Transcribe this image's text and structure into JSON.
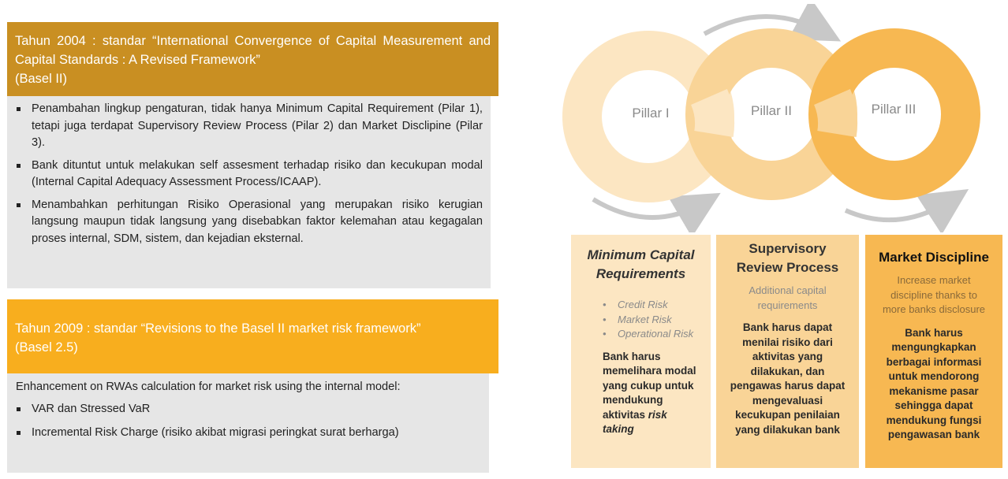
{
  "basel2": {
    "title": "Tahun 2004 : standar “International Convergence of Capital Measurement and Capital Standards :  A Revised Framework”",
    "subtitle": "(Basel II)",
    "bullets": [
      "Penambahan lingkup pengaturan, tidak hanya Minimum Capital Requirement (Pilar 1), tetapi juga terdapat Supervisory Review Process (Pilar 2) dan Market Disclipine (Pilar 3).",
      "Bank dituntut untuk melakukan self assesment terhadap risiko dan kecukupan modal (Internal Capital Adequacy Assessment Process/ICAAP).",
      "Menambahkan perhitungan Risiko Operasional yang merupakan risiko kerugian langsung maupun tidak langsung yang disebabkan faktor kelemahan atau kegagalan proses internal, SDM, sistem, dan kejadian eksternal."
    ]
  },
  "basel25": {
    "title": "Tahun 2009 : standar “Revisions to the Basel II market risk framework”",
    "subtitle": "(Basel 2.5)",
    "intro": "Enhancement on RWAs calculation for market risk using the internal model:",
    "bullets": [
      "VAR dan Stressed VaR",
      "Incremental Risk Charge (risiko akibat migrasi peringkat surat berharga)"
    ]
  },
  "pillars": {
    "labels": [
      "Pillar I",
      "Pillar II",
      "Pillar III"
    ],
    "colors": [
      "#FCE6C2",
      "#F9D497",
      "#F7B852"
    ],
    "arrow_color": "#C8C8C8"
  },
  "columns": [
    {
      "title_line1": "Minimum Capital",
      "title_line2": "Requirements",
      "risks": [
        "Credit Risk",
        "Market Risk",
        "Operational Risk"
      ],
      "desc_lines": [
        "Bank harus",
        "memelihara modal",
        "yang cukup untuk",
        "mendukung"
      ],
      "desc_tail": "aktivitas ",
      "desc_italic1": "risk",
      "desc_italic2": "taking"
    },
    {
      "title_line1": "Supervisory",
      "title_line2": "Review Process",
      "sub_lines": [
        "Additional capital",
        "requirements"
      ],
      "desc_lines": [
        "Bank harus dapat",
        "menilai risiko dari",
        "aktivitas yang",
        "dilakukan, dan",
        "pengawas harus dapat",
        "mengevaluasi",
        "kecukupan penilaian",
        "yang dilakukan bank"
      ]
    },
    {
      "title_line1": "Market Discipline",
      "sub_lines": [
        "Increase market",
        "discipline thanks to",
        "more banks disclosure"
      ],
      "desc_lines": [
        "Bank harus",
        "mengungkapkan",
        "berbagai informasi",
        "untuk mendorong",
        "mekanisme pasar",
        "sehingga dapat",
        "mendukung fungsi",
        "pengawasan bank"
      ]
    }
  ]
}
